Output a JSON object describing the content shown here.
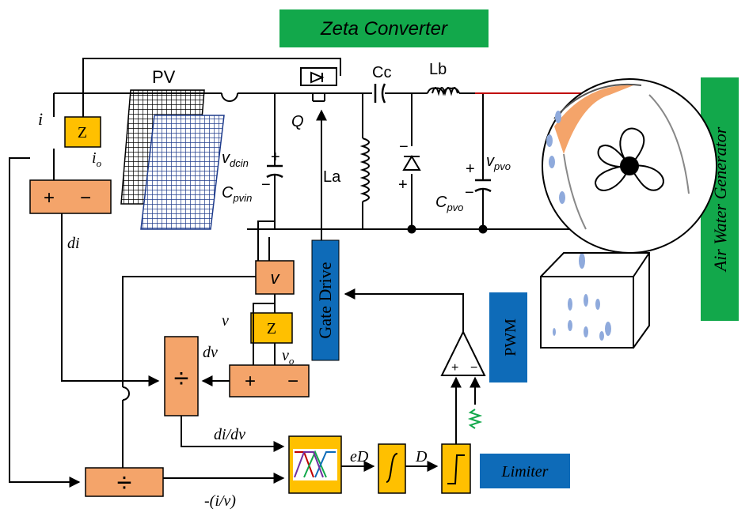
{
  "title": "Zeta Converter",
  "side_title": "Air Water Generator",
  "pwm_label": "PWM",
  "limiter_label": "Limiter",
  "gate_drive_label": "Gate Drive",
  "components": {
    "pv": "PV",
    "cc": "Cc",
    "lb": "Lb",
    "la": "La",
    "q": "Q",
    "vdcin": "v",
    "vdcin_sub": "dcin",
    "cpvin": "C",
    "cpvin_sub": "pvin",
    "vpvo": "v",
    "vpvo_sub": "pvo",
    "cpvo": "C",
    "cpvo_sub": "pvo"
  },
  "signals": {
    "i": "i",
    "io": "i",
    "io_sub": "o",
    "di": "di",
    "v": "v",
    "vo": "v",
    "vo_sub": "o",
    "dv": "dv",
    "didv": "di/dv",
    "iv": "-(i/v)",
    "ed": "eD",
    "d": "D"
  },
  "blocks": {
    "z": "Z",
    "plus": "+",
    "minus": "−",
    "div": "÷",
    "v_block": "v"
  },
  "colors": {
    "green": "#12A84B",
    "blue": "#0E6BB8",
    "orange": "#F4A46A",
    "gold": "#FFC000",
    "red": "#C00000",
    "lightblue": "#8FAADC"
  }
}
